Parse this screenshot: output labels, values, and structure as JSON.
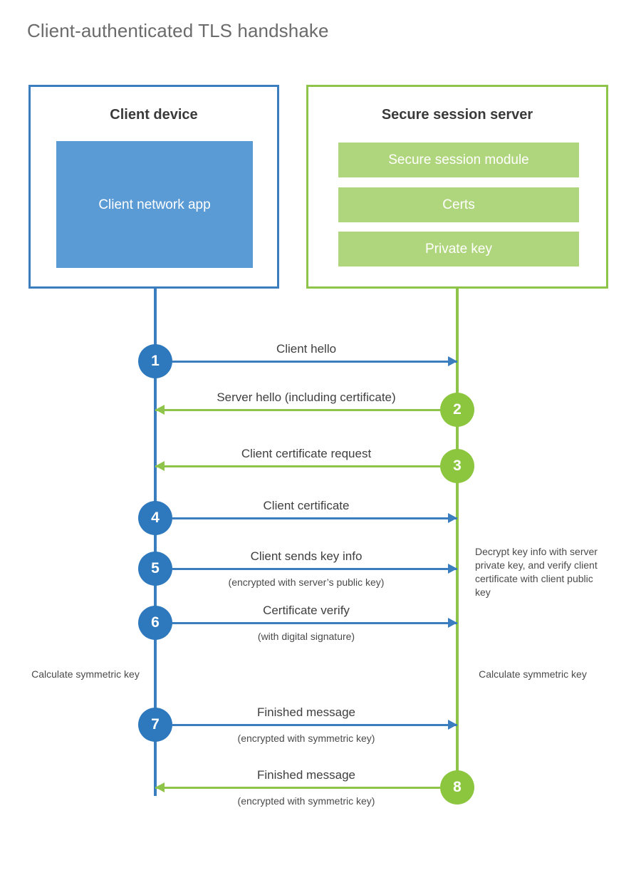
{
  "title": "Client-authenticated TLS handshake",
  "colors": {
    "client_blue": "#3a7ebf",
    "client_fill": "#5b9bd5",
    "server_green": "#8fc44a",
    "server_fill": "#b0d67d",
    "circle_blue": "#2e78bd",
    "circle_green": "#8cc63f",
    "text_gray": "#4a4a4a"
  },
  "entities": {
    "client": {
      "title": "Client device",
      "app_label": "Client network app"
    },
    "server": {
      "title": "Secure session server",
      "modules": [
        "Secure session module",
        "Certs",
        "Private key"
      ]
    }
  },
  "steps": [
    {
      "number": "1",
      "label": "Client hello",
      "sub": "",
      "from": "client",
      "side": "blue"
    },
    {
      "number": "2",
      "label": "Server hello (including certificate)",
      "sub": "",
      "from": "server",
      "side": "green"
    },
    {
      "number": "3",
      "label": "Client certificate request",
      "sub": "",
      "from": "server",
      "side": "green"
    },
    {
      "number": "4",
      "label": "Client certificate",
      "sub": "",
      "from": "client",
      "side": "blue"
    },
    {
      "number": "5",
      "label": "Client sends key info",
      "sub": "(encrypted with server’s public key)",
      "from": "client",
      "side": "blue"
    },
    {
      "number": "6",
      "label": "Certificate verify",
      "sub": "(with digital signature)",
      "from": "client",
      "side": "blue"
    },
    {
      "number": "7",
      "label": "Finished message",
      "sub": "(encrypted with symmetric key)",
      "from": "client",
      "side": "blue"
    },
    {
      "number": "8",
      "label": "Finished message",
      "sub": "(encrypted with symmetric key)",
      "from": "server",
      "side": "green"
    }
  ],
  "notes": {
    "server_decrypt": "Decrypt key info with server private key, and verify client certificate with client public key",
    "client_calc": "Calculate symmetric key",
    "server_calc": "Calculate symmetric key"
  }
}
